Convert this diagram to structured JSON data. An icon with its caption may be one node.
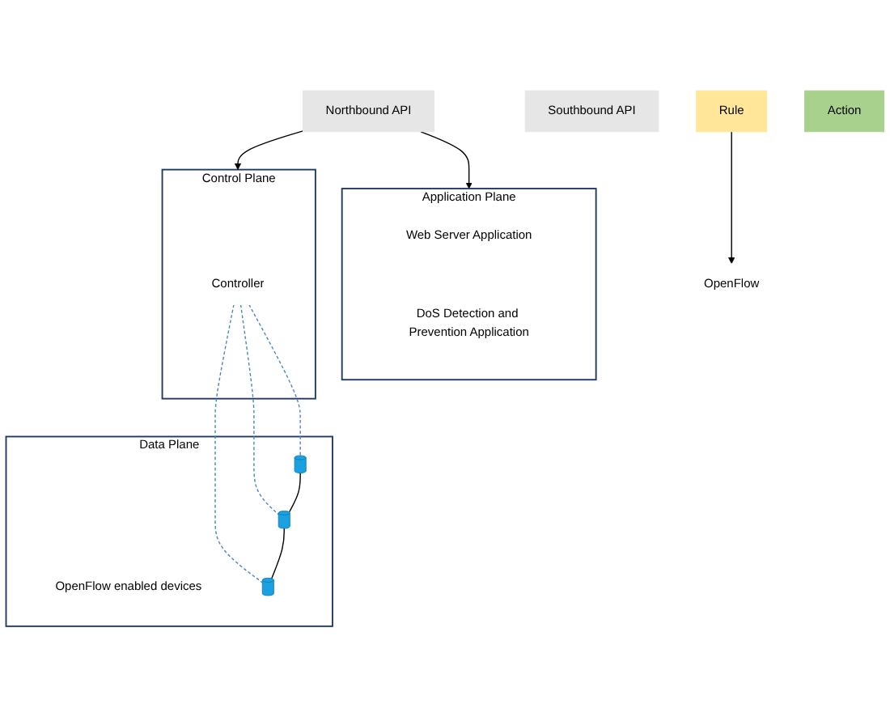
{
  "diagram": {
    "nodes": [
      {
        "text": [
          "Application Plane"
        ]
      },
      {
        "text": [
          "Web Server Application"
        ],
        "in": 0
      },
      {
        "text": [
          "DoS Detection and Prevention Application"
        ],
        "in": 0
      },
      {
        "text": [
          "Northbound API"
        ]
      },
      {
        "text": [
          "Control Plane"
        ]
      },
      {
        "text": [
          "Controller"
        ],
        "in": 4
      },
      {
        "text": [
          "Southbound API"
        ]
      },
      {
        "text": [
          "OpenFlow"
        ]
      },
      {
        "text": [
          "Rule"
        ]
      },
      {
        "text": [
          "Action"
        ]
      },
      {
        "text": [
          "Data Plane"
        ]
      },
      {
        "text": [
          "OpenFlow enabled devices"
        ],
        "in": 10
      },
      {
        "text": [],
        "shape": "cylinder",
        "in": 10
      },
      {
        "text": [],
        "shape": "cylinder",
        "in": 10
      },
      {
        "text": [],
        "shape": "cylinder",
        "in": 10
      }
    ],
    "edges": [
      {
        "from": 3,
        "to": 0,
        "arrow": "to"
      },
      {
        "from": 3,
        "to": 4,
        "arrow": "to"
      },
      {
        "from": 8,
        "to": 7,
        "arrow": "to"
      },
      {
        "from": 5,
        "to": 12,
        "arrow": "none",
        "style": "dashed",
        "color": "#4a86c8"
      },
      {
        "from": 5,
        "to": 13,
        "arrow": "none",
        "style": "dashed",
        "color": "#4a86c8"
      },
      {
        "from": 5,
        "to": 14,
        "arrow": "none",
        "style": "dashed",
        "color": "#4a86c8"
      },
      {
        "from": 12,
        "to": 13,
        "arrow": "none"
      },
      {
        "from": 13,
        "to": 14,
        "arrow": "none"
      }
    ]
  }
}
